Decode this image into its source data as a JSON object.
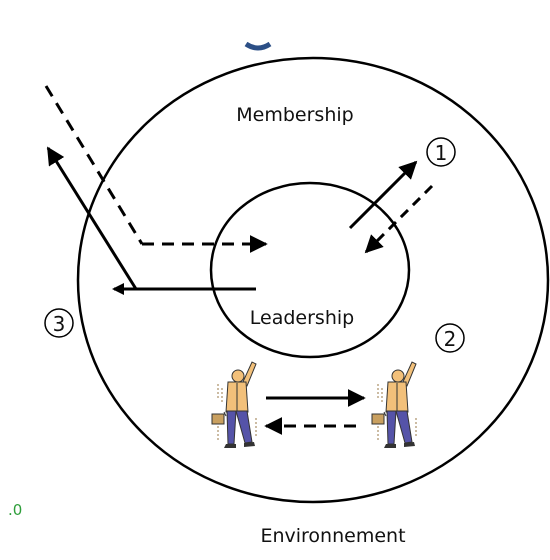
{
  "diagram": {
    "labels": {
      "membership": "Membership",
      "leadership": "Leadership",
      "environment": "Environnement"
    },
    "markers": {
      "one": "1",
      "two": "2",
      "three": "3"
    },
    "stray_text": {
      "left_edge": ".0"
    },
    "colors": {
      "line": "#000000",
      "edge_text": "#2e9e3a",
      "accent_blob": "#2c4f86",
      "person_shirt": "#f2c07a",
      "person_pants": "#5553a8"
    },
    "icons": [
      "walking-person-icon",
      "walking-person-icon"
    ]
  }
}
